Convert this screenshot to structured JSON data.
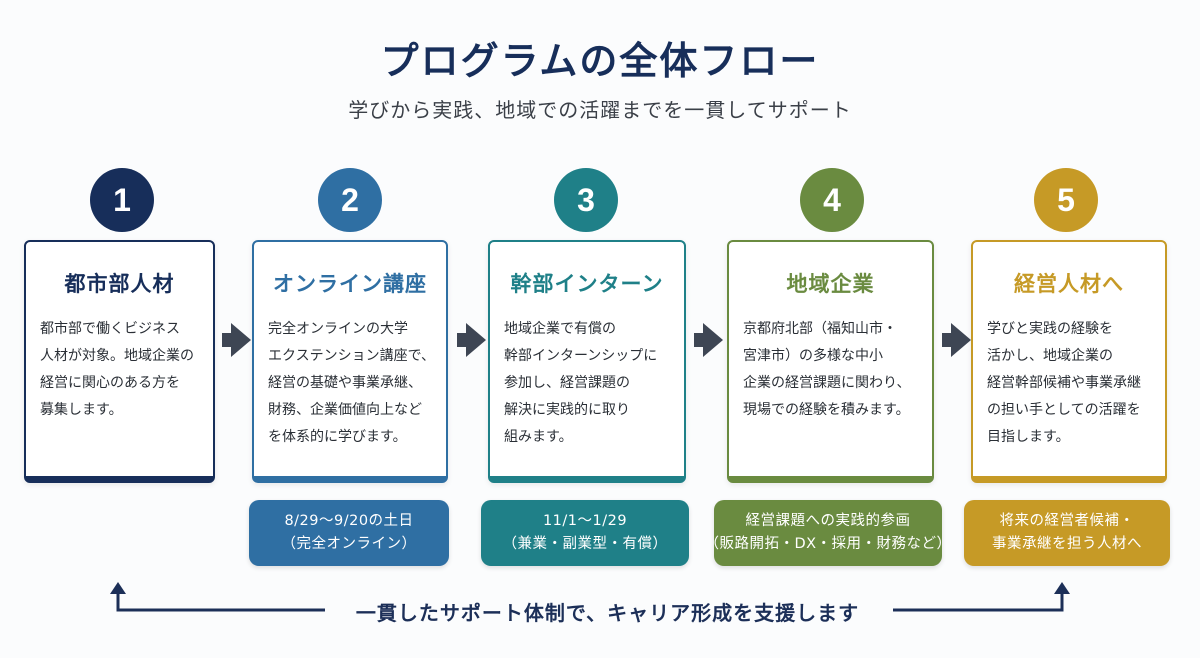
{
  "title": "プログラムの全体フロー",
  "subtitle": "学びから実践、地域での活躍までを一貫してサポート",
  "steps": [
    {
      "number": "1",
      "color": "#172e5a",
      "title": "都市部人材",
      "lines": [
        "都市部で働くビジネス",
        "人材が対象。地域企業の",
        "経営に関心のある方を",
        "募集します。"
      ]
    },
    {
      "number": "2",
      "color": "#2f6fa3",
      "title": "オンライン講座",
      "lines": [
        "完全オンラインの大学",
        "エクステンション講座で、",
        "経営の基礎や事業承継、",
        "財務、企業価値向上など",
        "を体系的に学びます。"
      ]
    },
    {
      "number": "3",
      "color": "#1f8088",
      "title": "幹部インターン",
      "lines": [
        "地域企業で有償の",
        "幹部インターンシップに",
        "参加し、経営課題の",
        "解決に実践的に取り",
        "組みます。"
      ]
    },
    {
      "number": "4",
      "color": "#6a8b40",
      "title": "地域企業",
      "lines": [
        "京都府北部（福知山市・",
        "宮津市）の多様な中小",
        "企業の経営課題に関わり、",
        "現場での経験を積みます。"
      ]
    },
    {
      "number": "5",
      "color": "#c69a26",
      "title": "経営人材へ",
      "lines": [
        "学びと実践の経験を",
        "活かし、地域企業の",
        "経営幹部候補や事業承継",
        "の担い手としての活躍を",
        "目指します。"
      ]
    }
  ],
  "badges": [
    {
      "color": "#2f6fa3",
      "lines": [
        "8/29〜9/20の土日",
        "（完全オンライン）"
      ]
    },
    {
      "color": "#1f8088",
      "lines": [
        "11/1〜1/29",
        "（兼業・副業型・有償）"
      ]
    },
    {
      "color": "#6a8b40",
      "lines": [
        "経営課題への実践的参画",
        "（販路開拓・DX・採用・財務など）"
      ]
    },
    {
      "color": "#c69a26",
      "lines": [
        "将来の経営者候補・",
        "事業承継を担う人材へ"
      ]
    }
  ],
  "bottom_text": "一貫したサポート体制で、キャリア形成を支援します"
}
